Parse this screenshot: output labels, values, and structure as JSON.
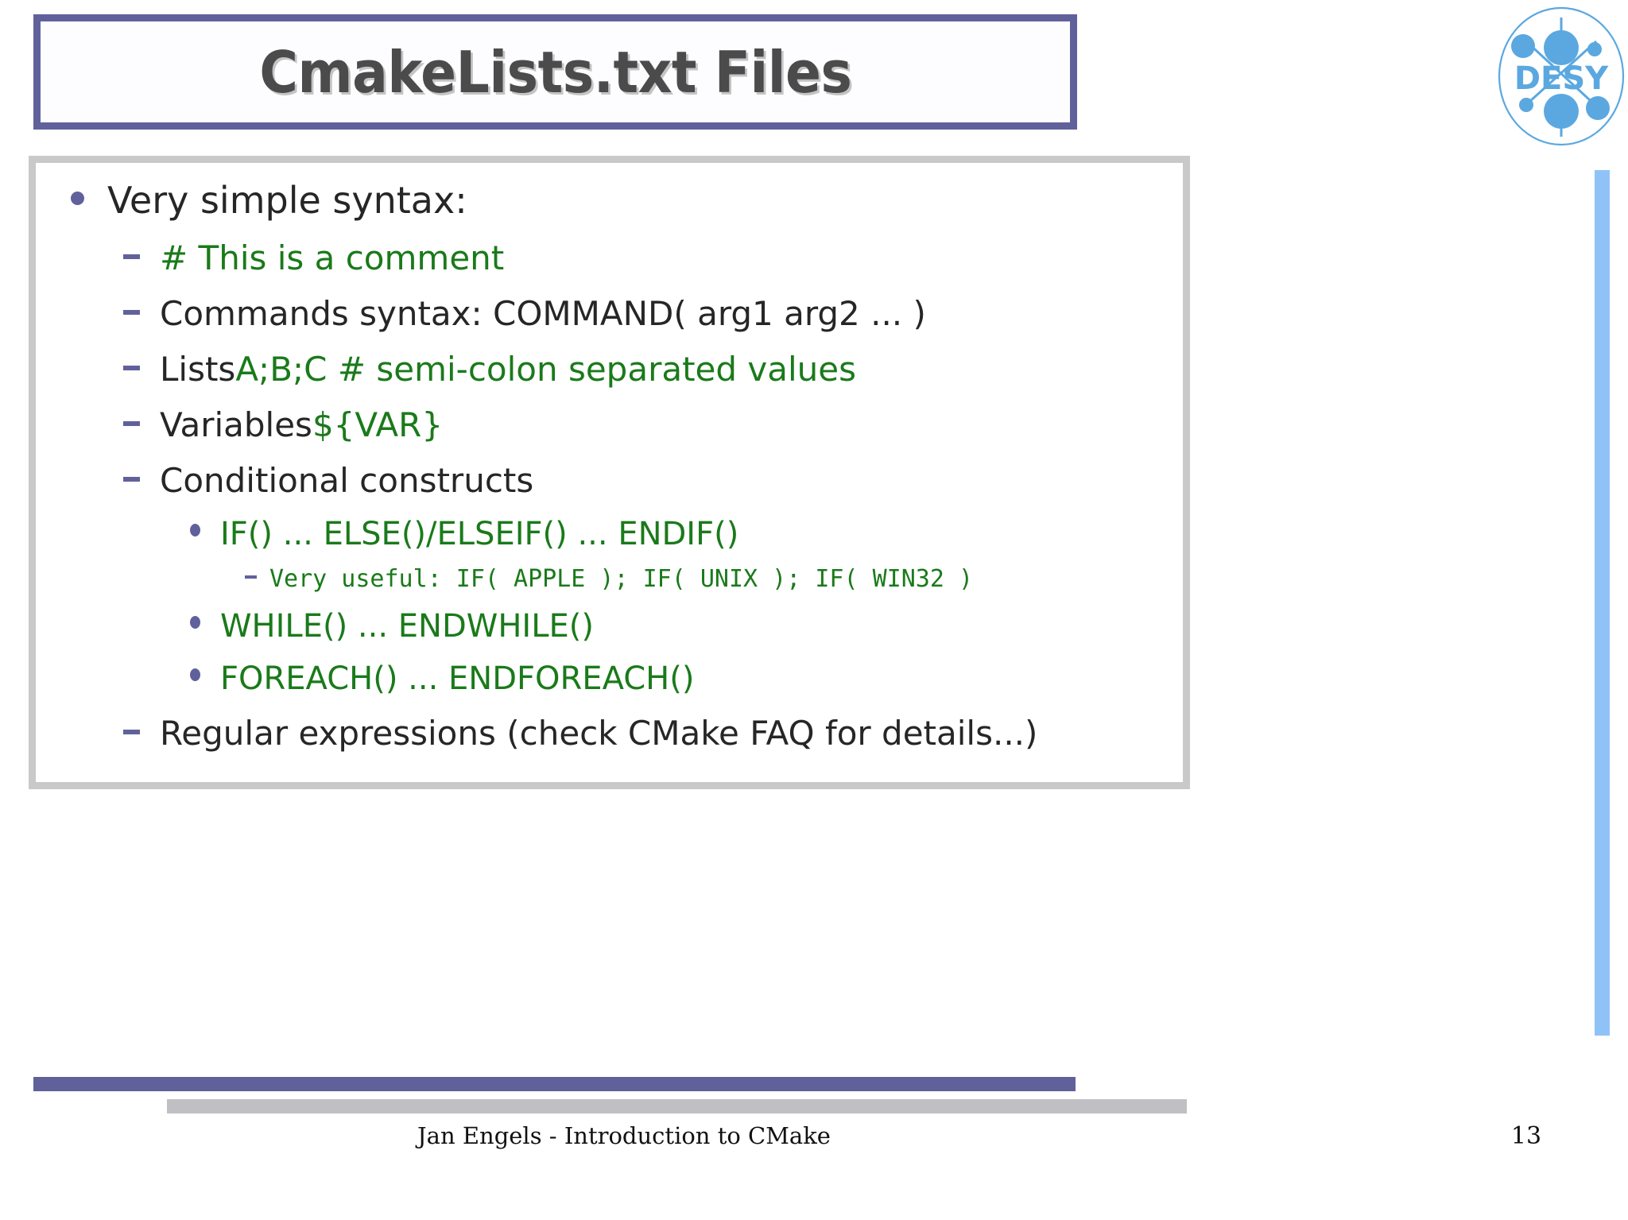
{
  "slide": {
    "title": "CmakeLists.txt Files",
    "logo": {
      "name": "desy-logo",
      "wordmark": "DESY",
      "color": "#5ba8e0"
    },
    "accent_colors": {
      "purple": "#60619b",
      "green": "#1a7a1a",
      "gray_border": "#c9c9c9",
      "light_blue": "#8fc3f8"
    },
    "bullets": [
      {
        "level": 1,
        "marker": "dot",
        "segments": [
          {
            "text": "Very simple syntax:",
            "color": "dark"
          }
        ]
      },
      {
        "level": 2,
        "marker": "dash",
        "segments": [
          {
            "text": "# This is a comment",
            "color": "green"
          }
        ]
      },
      {
        "level": 2,
        "marker": "dash",
        "segments": [
          {
            "text": "Commands syntax: COMMAND( arg1 arg2 ... )",
            "color": "dark"
          }
        ]
      },
      {
        "level": 2,
        "marker": "dash",
        "segments": [
          {
            "text": "Lists ",
            "color": "dark"
          },
          {
            "text": "A;B;C # semi-colon separated values",
            "color": "green"
          }
        ]
      },
      {
        "level": 2,
        "marker": "dash",
        "segments": [
          {
            "text": "Variables ",
            "color": "dark"
          },
          {
            "text": "${VAR}",
            "color": "green"
          }
        ]
      },
      {
        "level": 2,
        "marker": "dash",
        "segments": [
          {
            "text": "Conditional constructs",
            "color": "dark"
          }
        ]
      },
      {
        "level": 3,
        "marker": "dot",
        "segments": [
          {
            "text": "IF() ... ELSE()/ELSEIF() ... ENDIF()",
            "color": "green"
          }
        ]
      },
      {
        "level": 4,
        "marker": "dash",
        "segments": [
          {
            "text": "Very useful: IF( APPLE ); IF( UNIX ); IF( WIN32 )",
            "color": "green"
          }
        ]
      },
      {
        "level": 3,
        "marker": "dot",
        "segments": [
          {
            "text": "WHILE() ... ENDWHILE()",
            "color": "green"
          }
        ]
      },
      {
        "level": 3,
        "marker": "dot",
        "segments": [
          {
            "text": "FOREACH() ... ENDFOREACH()",
            "color": "green"
          }
        ]
      },
      {
        "level": 2,
        "marker": "dash",
        "segments": [
          {
            "text": "Regular expressions (check CMake FAQ for details...)",
            "color": "dark"
          }
        ]
      }
    ],
    "footer": {
      "text": "Jan Engels - Introduction to CMake",
      "page_number": "13"
    }
  }
}
